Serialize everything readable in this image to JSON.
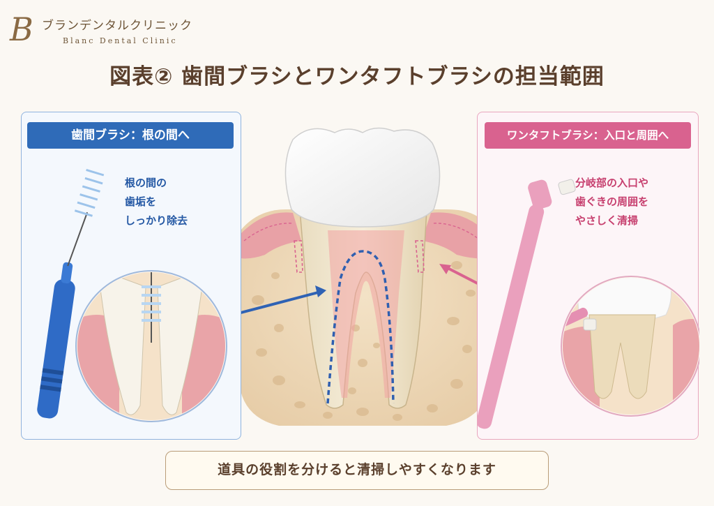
{
  "logo": {
    "mark": "B",
    "name_jp": "ブランデンタルクリニック",
    "name_en": "Blanc Dental Clinic"
  },
  "title": "図表② 歯間ブラシとワンタフトブラシの担当範囲",
  "left_panel": {
    "header": "歯間ブラシ：根の間へ",
    "desc_lines": [
      "根の間の",
      "歯垢を",
      "しっかり除去"
    ]
  },
  "right_panel": {
    "header": "ワンタフトブラシ：入口と周囲へ",
    "desc_lines": [
      "分岐部の入口や",
      "歯ぐきの周囲を",
      "やさしく清掃"
    ]
  },
  "footer": "道具の役割を分けると清掃しやすくなります",
  "colors": {
    "blue_accent": "#2f6bb8",
    "pink_accent": "#d9628f",
    "title_brown": "#5a3f2c"
  }
}
